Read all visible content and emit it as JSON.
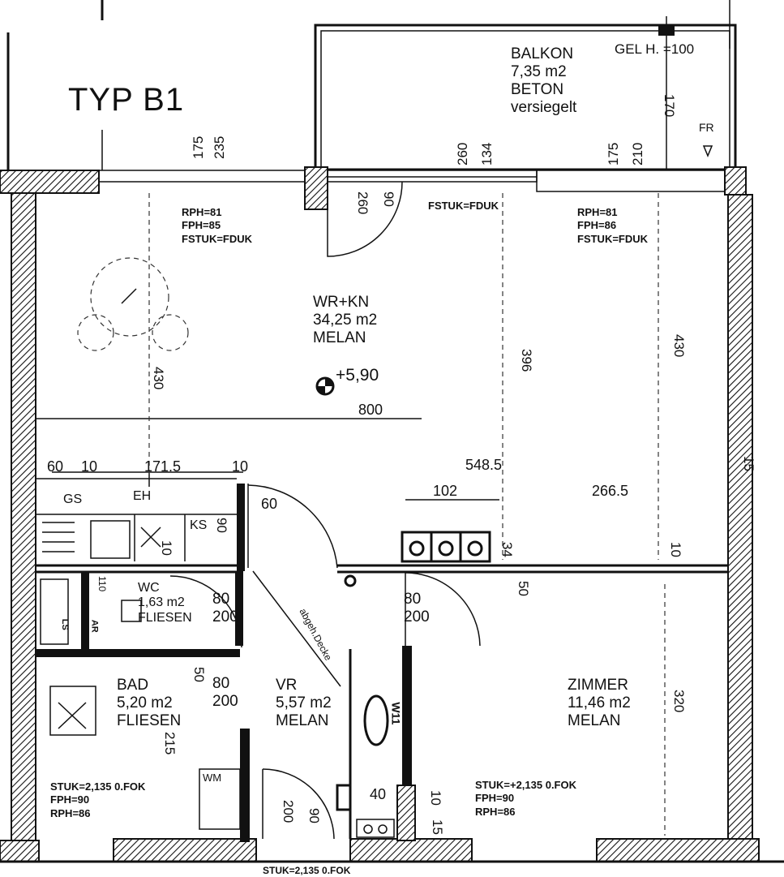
{
  "plan": {
    "title": "TYP B1",
    "rooms": {
      "balkon": {
        "name": "BALKON",
        "area": "7,35 m2",
        "material": "BETON",
        "note": "versiegelt",
        "gel": "GEL H. =100"
      },
      "wohnraum": {
        "name": "WR+KN",
        "area": "34,25 m2",
        "material": "MELAN",
        "level": "+5,90"
      },
      "wc": {
        "name": "WC",
        "area": "1,63 m2",
        "material": "FLIESEN"
      },
      "bad": {
        "name": "BAD",
        "area": "5,20 m2",
        "material": "FLIESEN"
      },
      "vr": {
        "name": "VR",
        "area": "5,57 m2",
        "material": "MELAN"
      },
      "zimmer": {
        "name": "ZIMMER",
        "area": "11,46 m2",
        "material": "MELAN"
      }
    },
    "notes": {
      "left_top": [
        "RPH=81",
        "FPH=85",
        "FSTUK=FDUK"
      ],
      "right_top": [
        "RPH=81",
        "FPH=86",
        "FSTUK=FDUK"
      ],
      "center_top": "FSTUK=FDUK",
      "bad": [
        "STUK=2,135 0.FOK",
        "FPH=90",
        "RPH=86"
      ],
      "zimmer": [
        "STUK=+2,135 0.FOK",
        "FPH=90",
        "RPH=86"
      ],
      "bottom": "STUK=2,135 0.FOK",
      "abgeh": "abgeh.Decke",
      "fr": "FR",
      "w11": "W11"
    },
    "dimensions": {
      "d175a": "175",
      "d235": "235",
      "d260a": "260",
      "d134": "134",
      "d175b": "175",
      "d210": "210",
      "d170": "170",
      "d260b": "260",
      "d90a": "90",
      "d430a": "430",
      "d396": "396",
      "d430b": "430",
      "d800": "800",
      "d60a": "60",
      "d10a": "10",
      "d171": "171.5",
      "d10b": "10",
      "d548": "548.5",
      "d102": "102",
      "d266": "266.5",
      "d60b": "60",
      "d34": "34",
      "d10c": "10",
      "d50": "50",
      "d15": "15",
      "d320": "320",
      "d215": "215",
      "d40": "40",
      "d10d": "10",
      "d15b": "15",
      "d200v": "200",
      "d90v": "90",
      "d90ks": "90",
      "d10ks": "10",
      "d110": "110",
      "d50b": "50"
    },
    "doors": {
      "wc": [
        "80",
        "200"
      ],
      "zimmer": [
        "80",
        "200"
      ],
      "bad": [
        "80",
        "200"
      ]
    },
    "fixtures": {
      "gs": "GS",
      "eh": "EH",
      "ks": "KS",
      "wm": "WM",
      "ar": "AR",
      "ls": "LS"
    }
  }
}
